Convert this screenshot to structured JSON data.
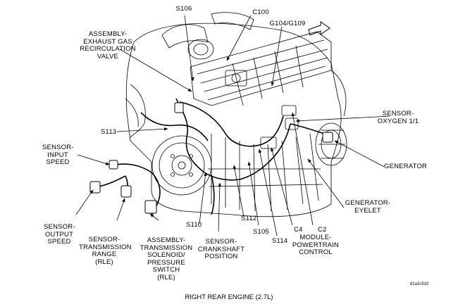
{
  "labels": {
    "s106": "S106",
    "c100": "C100",
    "g104_g109": "G104/G109",
    "egr_valve": [
      "ASSEMBLY-",
      "EXHAUST GAS",
      "RECIRCULATION",
      "VALVE"
    ],
    "o2_sensor": [
      "SENSOR-",
      "OXYGEN 1/1"
    ],
    "s113": "S113",
    "input_speed": [
      "SENSOR-",
      "INPUT",
      "SPEED"
    ],
    "generator": "GENERATOR",
    "generator_eyelet": [
      "GENERATOR-",
      "EYELET"
    ],
    "output_speed": [
      "SENSOR-",
      "OUTPUT",
      "SPEED"
    ],
    "trans_range": [
      "SENSOR-",
      "TRANSMISSION",
      "RANGE",
      "(RLE)"
    ],
    "solenoid": [
      "ASSEMBLY-",
      "TRANSMISSION",
      "SOLENOID/",
      "PRESSURE",
      "SWITCH",
      "(RLE)"
    ],
    "s110": "S110",
    "crank": [
      "SENSOR-",
      "CRANKSHAFT",
      "POSITION"
    ],
    "s112": "S112",
    "s105": "S105",
    "s114": "S114",
    "c4": "C4",
    "c2": "C2",
    "pcm": [
      "MODULE-",
      "POWERTRAIN",
      "CONTROL"
    ]
  },
  "caption": "RIGHT REAR ENGINE  (2.7L)",
  "figure_id": "81a2c510",
  "colors": {
    "line": "#000000",
    "background": "#ffffff"
  }
}
